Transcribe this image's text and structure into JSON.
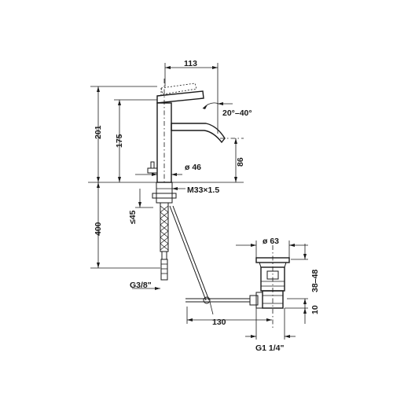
{
  "dimensions": {
    "width_top": "113",
    "angle": "20°–40°",
    "height_total": "201",
    "height_body": "175",
    "spout_height": "86",
    "base_diameter": "ø 46",
    "thread": "M33×1.5",
    "deck_thickness": "≤45",
    "hose_length": "400",
    "hose_thread": "G3/8\"",
    "rod_length": "130",
    "waste_diameter": "ø 63",
    "waste_range": "38–48",
    "waste_offset": "10",
    "waste_thread": "G1 1/4\""
  }
}
